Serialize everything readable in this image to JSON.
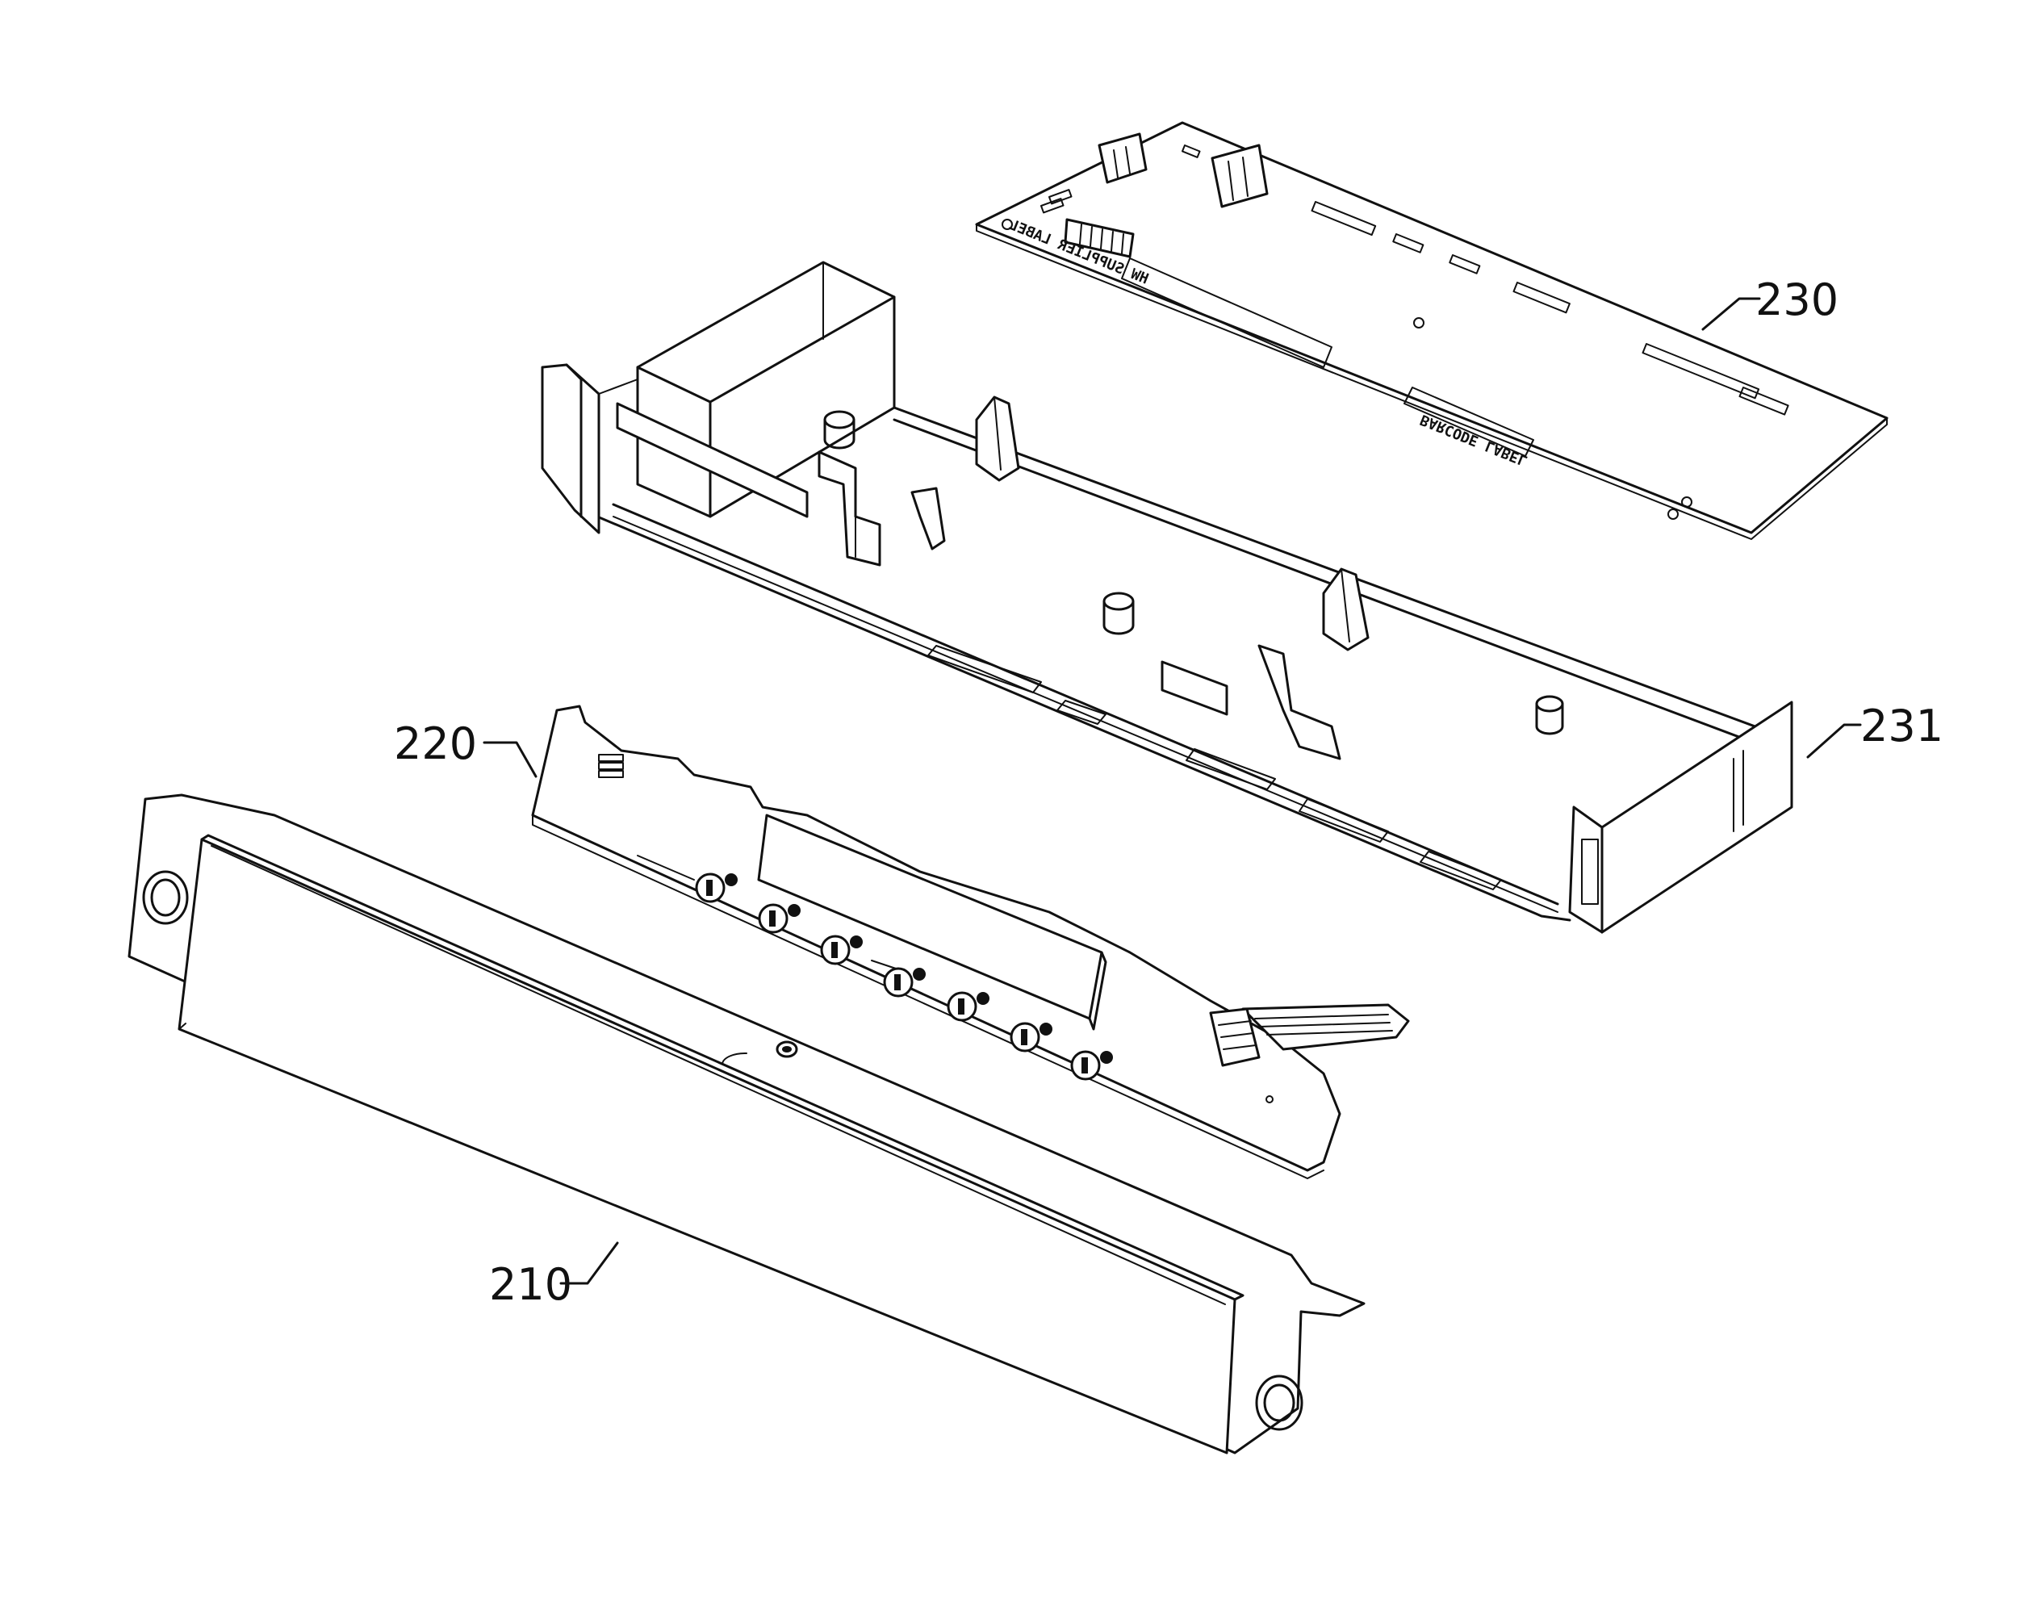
{
  "figure": {
    "labels": {
      "front_panel": "210",
      "control_board": "220",
      "main_board": "230",
      "housing": "231"
    },
    "board_labels": {
      "supplier_label": "HW SUPPLIER LABEL",
      "second_label": "BARCODE LABEL"
    }
  }
}
